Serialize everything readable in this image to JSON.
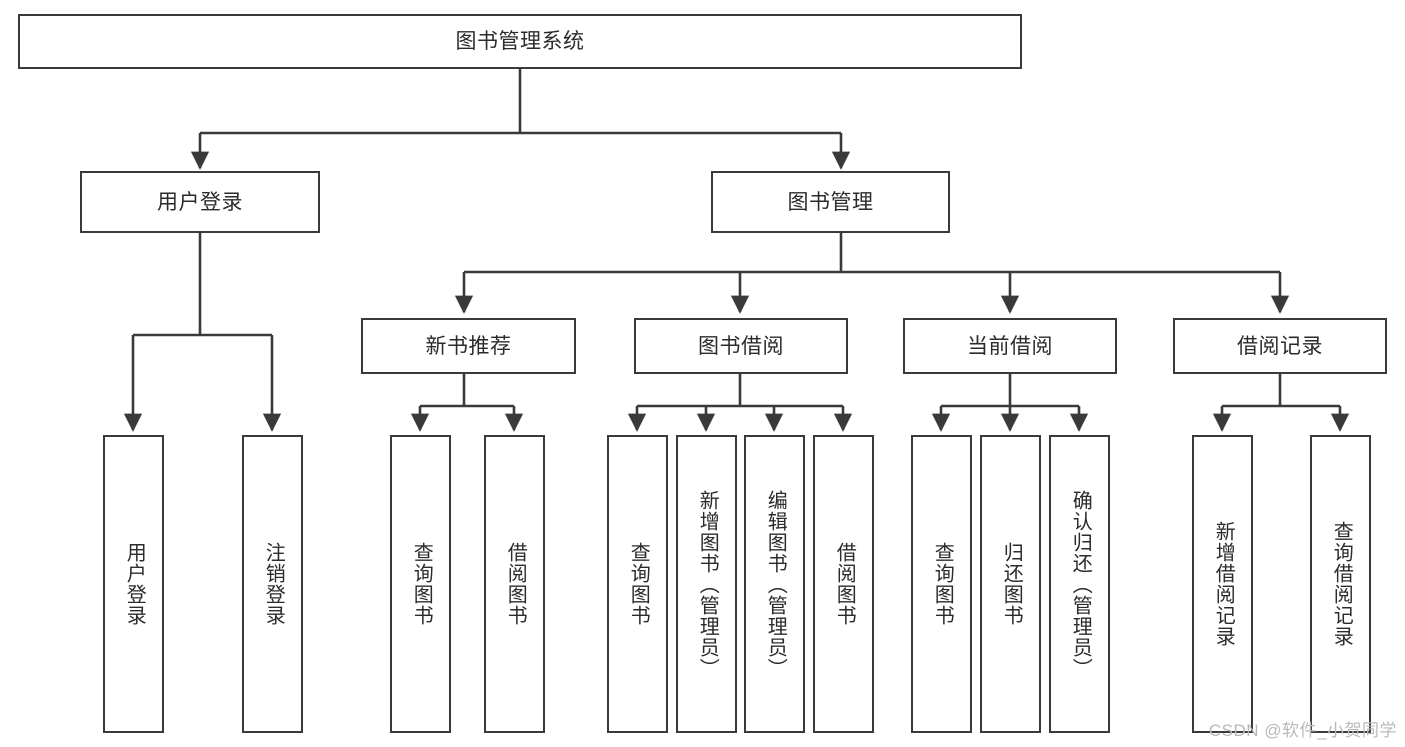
{
  "diagram": {
    "type": "hierarchy-tree",
    "title": "图书管理系统",
    "watermark": "CSDN @软件_小贺同学",
    "orientation": "top-down",
    "edge_style": "orthogonal-arrow",
    "colors": {
      "box_border": "#3a3a3a",
      "box_fill": "#ffffff",
      "edge": "#3a3a3a",
      "text": "#2b2b2b",
      "watermark": "#b9b9b9",
      "background": "#ffffff"
    },
    "nodes": {
      "root": {
        "label": "图书管理系统",
        "level": 0,
        "text_orientation": "horizontal"
      },
      "l1": [
        {
          "id": "user_login",
          "label": "用户登录",
          "level": 1,
          "text_orientation": "horizontal"
        },
        {
          "id": "book_mgmt",
          "label": "图书管理",
          "level": 1,
          "text_orientation": "horizontal"
        }
      ],
      "l2": [
        {
          "id": "new_book_rec",
          "label": "新书推荐",
          "level": 2,
          "parent": "book_mgmt",
          "text_orientation": "horizontal"
        },
        {
          "id": "book_borrow",
          "label": "图书借阅",
          "level": 2,
          "parent": "book_mgmt",
          "text_orientation": "horizontal"
        },
        {
          "id": "current_borrow",
          "label": "当前借阅",
          "level": 2,
          "parent": "book_mgmt",
          "text_orientation": "horizontal"
        },
        {
          "id": "borrow_record",
          "label": "借阅记录",
          "level": 2,
          "parent": "book_mgmt",
          "text_orientation": "horizontal"
        }
      ],
      "leaves": [
        {
          "id": "leaf_user_login",
          "label": "用户登录",
          "parent": "user_login",
          "text_orientation": "vertical"
        },
        {
          "id": "leaf_user_logout",
          "label": "注销登录",
          "parent": "user_login",
          "text_orientation": "vertical"
        },
        {
          "id": "leaf_rec_query",
          "label": "查询图书",
          "parent": "new_book_rec",
          "text_orientation": "vertical"
        },
        {
          "id": "leaf_rec_borrow",
          "label": "借阅图书",
          "parent": "new_book_rec",
          "text_orientation": "vertical"
        },
        {
          "id": "leaf_borrow_query",
          "label": "查询图书",
          "parent": "book_borrow",
          "text_orientation": "vertical"
        },
        {
          "id": "leaf_borrow_add",
          "label": "新增图书（管理员）",
          "parent": "book_borrow",
          "text_orientation": "vertical"
        },
        {
          "id": "leaf_borrow_edit",
          "label": "编辑图书（管理员）",
          "parent": "book_borrow",
          "text_orientation": "vertical"
        },
        {
          "id": "leaf_borrow_lend",
          "label": "借阅图书",
          "parent": "book_borrow",
          "text_orientation": "vertical"
        },
        {
          "id": "leaf_cur_query",
          "label": "查询图书",
          "parent": "current_borrow",
          "text_orientation": "vertical"
        },
        {
          "id": "leaf_cur_return",
          "label": "归还图书",
          "parent": "current_borrow",
          "text_orientation": "vertical"
        },
        {
          "id": "leaf_cur_confirm",
          "label": "确认归还（管理员）",
          "parent": "current_borrow",
          "text_orientation": "vertical"
        },
        {
          "id": "leaf_rec_add",
          "label": "新增借阅记录",
          "parent": "borrow_record",
          "text_orientation": "vertical"
        },
        {
          "id": "leaf_rec_search",
          "label": "查询借阅记录",
          "parent": "borrow_record",
          "text_orientation": "vertical"
        }
      ]
    }
  }
}
